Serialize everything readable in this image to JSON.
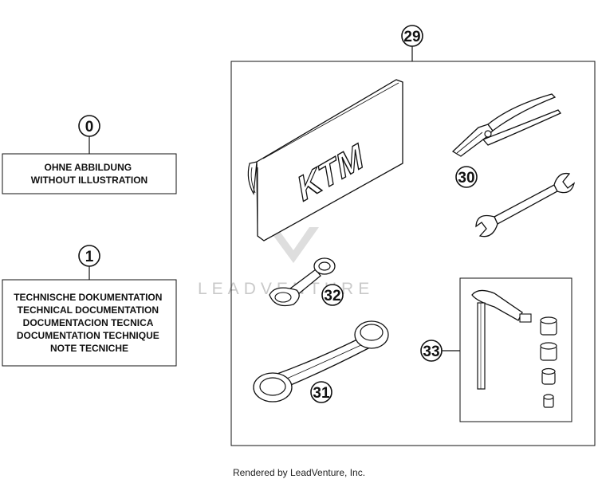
{
  "callouts": {
    "c0": "0",
    "c1": "1",
    "c29": "29",
    "c30": "30",
    "c31": "31",
    "c32": "32",
    "c33": "33"
  },
  "labels": {
    "without_illustration": [
      "OHNE ABBILDUNG",
      "WITHOUT ILLUSTRATION"
    ],
    "technical_documentation": [
      "TECHNISCHE DOKUMENTATION",
      "TECHNICAL DOCUMENTATION",
      "DOCUMENTACION TECNICA",
      "DOCUMENTATION TECHNIQUE",
      "NOTE TECNICHE"
    ]
  },
  "watermark": {
    "text": "LEADVENTURE"
  },
  "bag_logo": "KTM",
  "footer": {
    "text": "Rendered by LeadVenture, Inc."
  }
}
